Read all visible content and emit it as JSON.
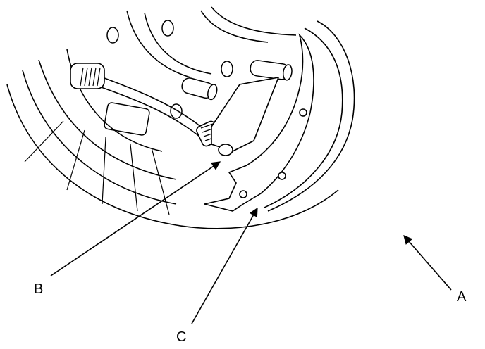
{
  "diagram": {
    "callouts": {
      "a": "A",
      "b": "B",
      "c": "C"
    }
  },
  "colors": {
    "line": "#000000",
    "background": "#ffffff"
  }
}
